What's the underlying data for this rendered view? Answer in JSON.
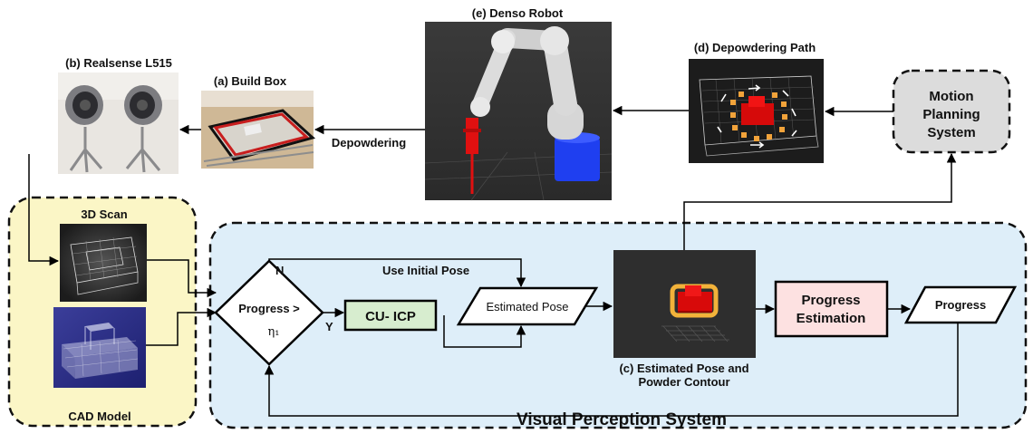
{
  "images": {
    "build_box": "(a) Build Box",
    "realsense": "(b) Realsense L515",
    "estimated_pose_contour": [
      "(c) Estimated Pose and",
      "Powder Contour"
    ],
    "depowdering_path": "(d) Depowdering Path",
    "denso_robot": "(e) Denso Robot"
  },
  "left_panel": {
    "scan_label": "3D Scan",
    "cad_label": "CAD Model"
  },
  "motion_planning": [
    "Motion",
    "Planning",
    "System"
  ],
  "perception": {
    "title": "Visual Perception System",
    "decision": [
      "Progress >",
      "η₁"
    ],
    "branch_no": "N",
    "branch_yes": "Y",
    "use_initial_pose": "Use Initial Pose",
    "cu_icp": "CU- ICP",
    "estimated_pose": "Estimated Pose",
    "progress_estimation": [
      "Progress",
      "Estimation"
    ],
    "progress": "Progress"
  },
  "edge_labels": {
    "depowdering": "Depowdering"
  },
  "colors": {
    "left_panel_fill": "#fbf6c6",
    "perception_fill": "#deeef9",
    "motion_fill": "#dcdcdc",
    "cu_icp_fill": "#d7edcf",
    "progress_est_fill": "#fde1e1",
    "robot_blue": "#1f3ff0",
    "robot_red": "#e01010"
  }
}
